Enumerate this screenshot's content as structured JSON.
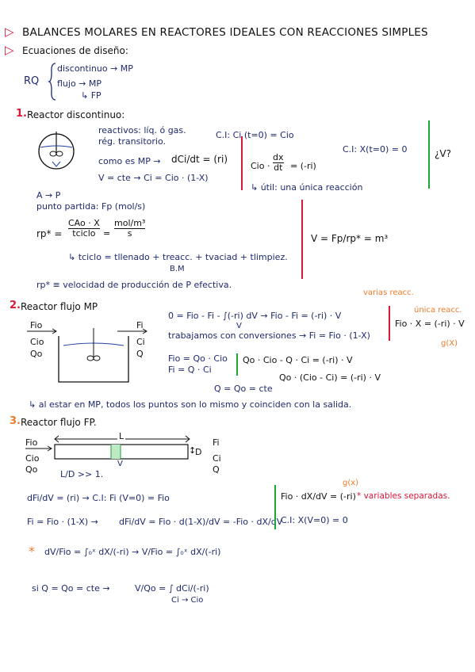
{
  "header": {
    "title": "BALANCES MOLARES EN REACTORES IDEALES CON REACCIONES SIMPLES",
    "subtitle": "Ecuaciones de diseño:"
  },
  "rq": {
    "label": "RQ",
    "discontinuo": "discontinuo → MP",
    "flujo": "flujo → MP",
    "fp": "↳ FP"
  },
  "s1": {
    "num": "1.",
    "title": "Reactor discontinuo:",
    "reactivos": "reactivos: líq. ó gas.",
    "reg": "rég. transitorio.",
    "mp": "como es MP →",
    "dcdt": "dCi/dt = (ri)",
    "ci_cond": "C.I: Ci (t=0) = Cio",
    "v_cte": "V = cte → Ci = Cio · (1-X)",
    "eq2_left": "Cio ·",
    "eq2_num": "dx",
    "eq2_den": "dt",
    "eq2_right": "= (-ri)",
    "ci_x": "C.I: X(t=0) = 0",
    "v_q": "¿V?",
    "util": "↳ útil: una única reacción",
    "ap": "A → P",
    "punto": "punto partida: Fp (mol/s)",
    "rp": "rp* =",
    "rp_num": "CAo · X",
    "rp_den": "tciclo",
    "eq_s_num": "mol/m³",
    "eq_s_den": "s",
    "v_eq": "V = Fp/rp* = m³",
    "tciclo": "↳ tciclo = tllenado + treacc. + tvaciad + tlimpiez.",
    "bm": "B.M",
    "rp_def": "rp* ≡ velocidad de producción de P efectiva."
  },
  "s2": {
    "num": "2.",
    "title": "Reactor flujo MP",
    "in1": "Fio",
    "in2": "Cio",
    "in3": "Qo",
    "out1": "Fi",
    "out2": "Ci",
    "out3": "Q",
    "eq1": "0 = Fio - Fi - ∫(-ri) dV → Fio - Fi = (-ri) · V",
    "eq1_sub": "V",
    "varias": "varias reacc.",
    "unica": "única reacc.",
    "eq_right": "Fio · X = (-ri) · V",
    "gx": "g(X)",
    "trab": "trabajamos con conversiones → Fi = Fio · (1-X)",
    "eqf1": "Fio = Qo · Cio",
    "eqf2": "Fi = Q · Ci",
    "eqq1": "Qo · Cio - Q · Ci = (-ri) · V",
    "eqq2": "Qo · (Cio - Ci) = (-ri) · V",
    "qcte": "Q = Qo = cte",
    "note": "↳ al estar en MP, todos los puntos son lo mismo y coinciden con la salida."
  },
  "s3": {
    "num": "3.",
    "title": "Reactor flujo FP.",
    "in1": "Fio",
    "in2": "Cio",
    "in3": "Qo",
    "out1": "Fi",
    "out2": "Ci",
    "out3": "Q",
    "L": "L",
    "D": "D",
    "V": "V",
    "ratio": "L/D >> 1.",
    "dfdv": "dFi/dV = (ri) → C.I: Fi (V=0) = Fio",
    "fi_eq": "Fi = Fio · (1-X) →",
    "fi_eq2": "dFi/dV = Fio · d(1-X)/dV = -Fio · dX/dV",
    "sep_eq": "Fio · dX/dV = (-ri)",
    "sep_note": "* variables separadas.",
    "gx": "g(x)",
    "ci_x": "C.I: X(V=0) = 0",
    "int1": "dV/Fio = ∫₀ˣ dX/(-ri) → V/Fio = ∫₀ˣ dX/(-ri)",
    "star": "*",
    "int2_pre": "si Q = Qo = cte →",
    "int2": "V/Qo = ∫ dCi/(-ri)",
    "int2_lims": "Ci → Cio"
  },
  "colors": {
    "ink": "#1e2a6e",
    "red": "#d9183a",
    "orange": "#f07a2a",
    "green": "#1aa53a"
  }
}
